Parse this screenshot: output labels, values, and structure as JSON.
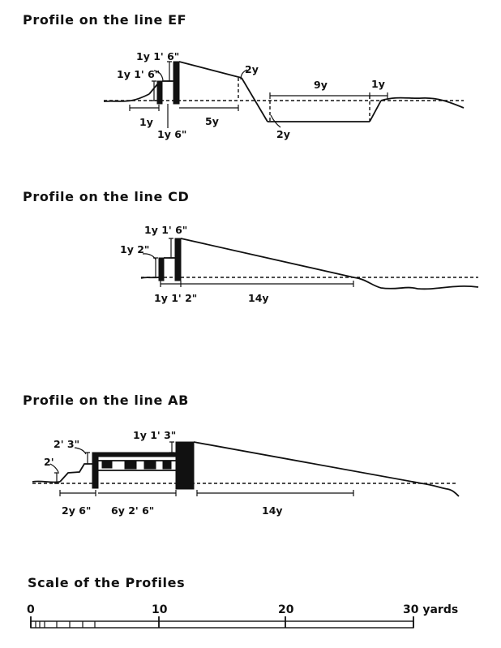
{
  "sections": {
    "ef": {
      "title": "Profile on the line EF",
      "labels": {
        "post_height": "1y 1' 6\"",
        "parapet_height": "1y 1' 6\"",
        "ditch_top_depth": "2y",
        "ditch_bottom_width": "9y",
        "counterscarp_offset": "1y",
        "berm_width": "1y",
        "post_spacing": "1y 6\"",
        "rampart_width": "5y",
        "ditch_depth": "2y"
      }
    },
    "cd": {
      "title": "Profile on the line CD",
      "labels": {
        "parapet_height": "1y 1' 6\"",
        "step_height": "1y 2\"",
        "step_width": "1y 1' 2\"",
        "glacis_length": "14y"
      }
    },
    "ab": {
      "title": "Profile on the line AB",
      "labels": {
        "outer_step_height": "2'",
        "wall_height": "2' 3\"",
        "parapet_height": "1y 1' 3\"",
        "front_width": "2y 6\"",
        "gallery_width": "6y 2' 6\"",
        "glacis_length": "14y"
      }
    }
  },
  "scale": {
    "title": "Scale of the Profiles",
    "ticks": [
      "0",
      "10",
      "20",
      "30 yards"
    ]
  }
}
